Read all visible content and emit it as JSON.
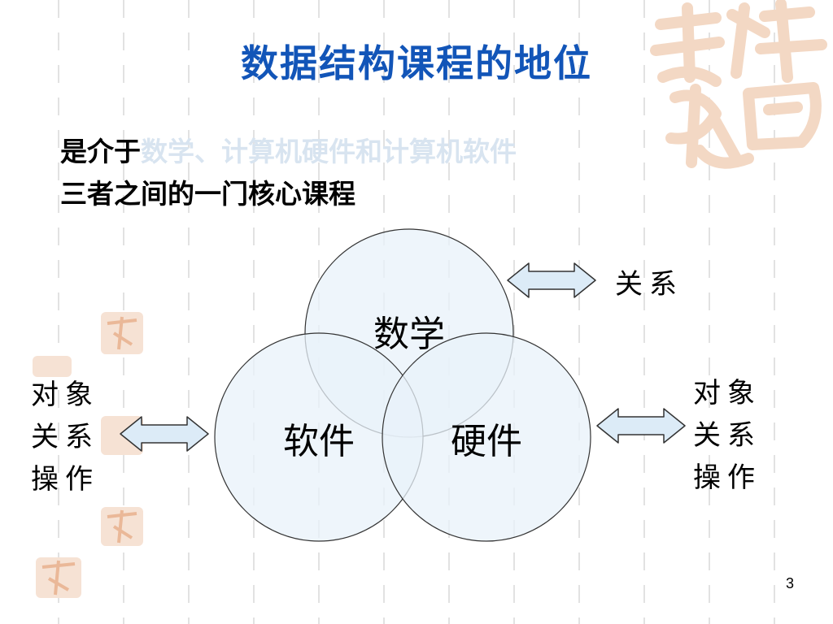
{
  "slide": {
    "title": "数据结构课程的地位",
    "intro_line1_start": "是介于",
    "intro_line1_highlight": "数学、计算机硬件和计算机软件",
    "intro_line2": "三者之间的一门核心课程",
    "page_number": "3"
  },
  "venn": {
    "math": "数学",
    "software": "软件",
    "hardware": "硬件"
  },
  "arrow_legend": {
    "label": "关系"
  },
  "left_aspects": [
    "对象",
    "关系",
    "操作"
  ],
  "right_aspects": [
    "对象",
    "关系",
    "操作"
  ],
  "colors": {
    "title": "#1255b8",
    "highlight_text": "#d8e4f0",
    "circle_fill": "#e8f1fa",
    "arrow_fill": "#dcebf7",
    "watermark": "#f3d8c4"
  }
}
